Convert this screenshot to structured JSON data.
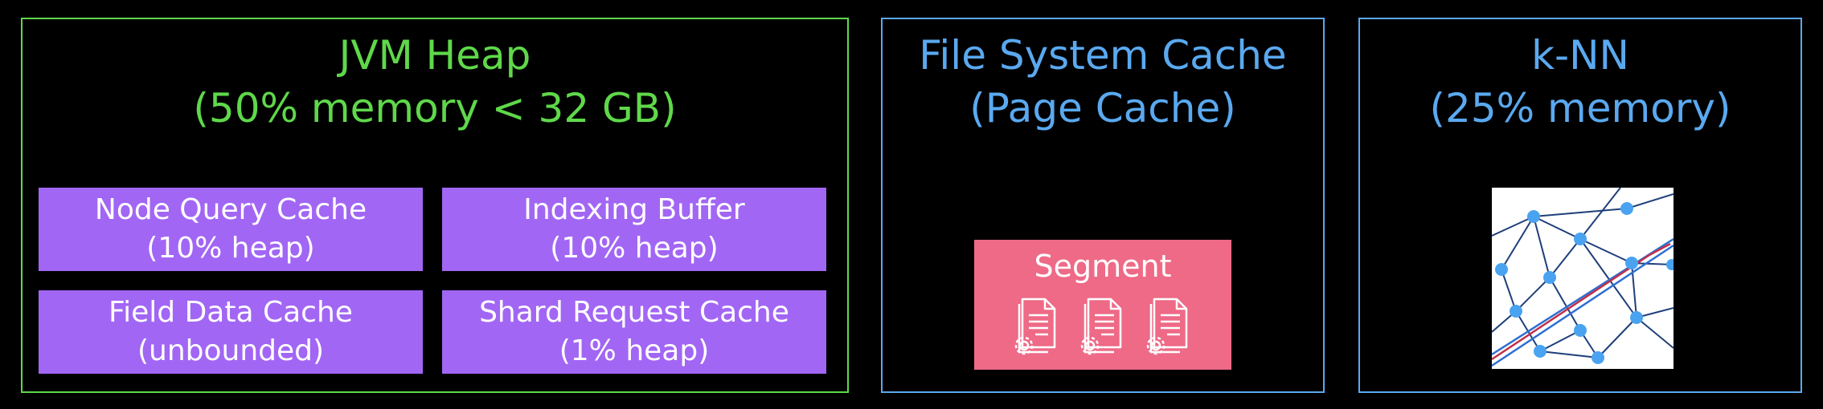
{
  "jvm_heap": {
    "title": "JVM Heap",
    "subtitle": "(50% memory < 32 GB)",
    "caches": [
      {
        "name": "Node Query Cache",
        "detail": "(10% heap)"
      },
      {
        "name": "Indexing Buffer",
        "detail": "(10% heap)"
      },
      {
        "name": "Field Data Cache",
        "detail": "(unbounded)"
      },
      {
        "name": "Shard Request Cache",
        "detail": "(1% heap)"
      }
    ]
  },
  "file_system_cache": {
    "title": "File System Cache",
    "subtitle": "(Page Cache)",
    "segment_label": "Segment",
    "segment_icon": "document-gear-icon"
  },
  "knn": {
    "title": "k-NN",
    "subtitle": "(25% memory)",
    "image": "graph-network-icon"
  },
  "colors": {
    "jvm_border": "#5fd84a",
    "blue_border": "#5aa9f0",
    "cache_box": "#a266f4",
    "segment_box": "#ee6a87"
  }
}
